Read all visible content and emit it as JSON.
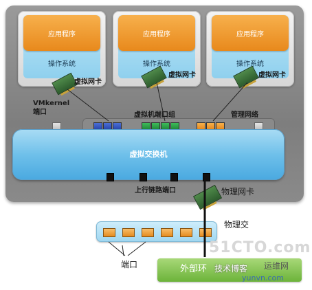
{
  "vms": [
    {
      "app_label": "应用程序",
      "os_label": "操作系统",
      "nic_label": "虚拟网卡"
    },
    {
      "app_label": "应用程序",
      "os_label": "操作系统",
      "nic_label": "虚拟网卡"
    },
    {
      "app_label": "应用程序",
      "os_label": "操作系统",
      "nic_label": "虚拟网卡"
    }
  ],
  "labels": {
    "vmkernel_port": "VMkernel\n端口",
    "vm_portgroup": "虚拟机端口组",
    "management_network": "管理网络",
    "virtual_switch": "虚拟交换机",
    "uplink_ports": "上行链路端口",
    "physical_nic": "物理网卡",
    "physical_switch": "物理交",
    "ports": "端口",
    "external_network": "外部环"
  },
  "watermarks": {
    "site_logo": "51CTO.com",
    "blog": "技术博客",
    "site2": "运维网",
    "site2_url": "yunvn.com"
  },
  "colors": {
    "port_group_1": "#2e4fc0",
    "port_group_2": "#2aa345",
    "port_group_3": "#f0991e",
    "vswitch": "#5ab4e6",
    "app": "#f09a2a",
    "external_network": "#8cc55a"
  }
}
